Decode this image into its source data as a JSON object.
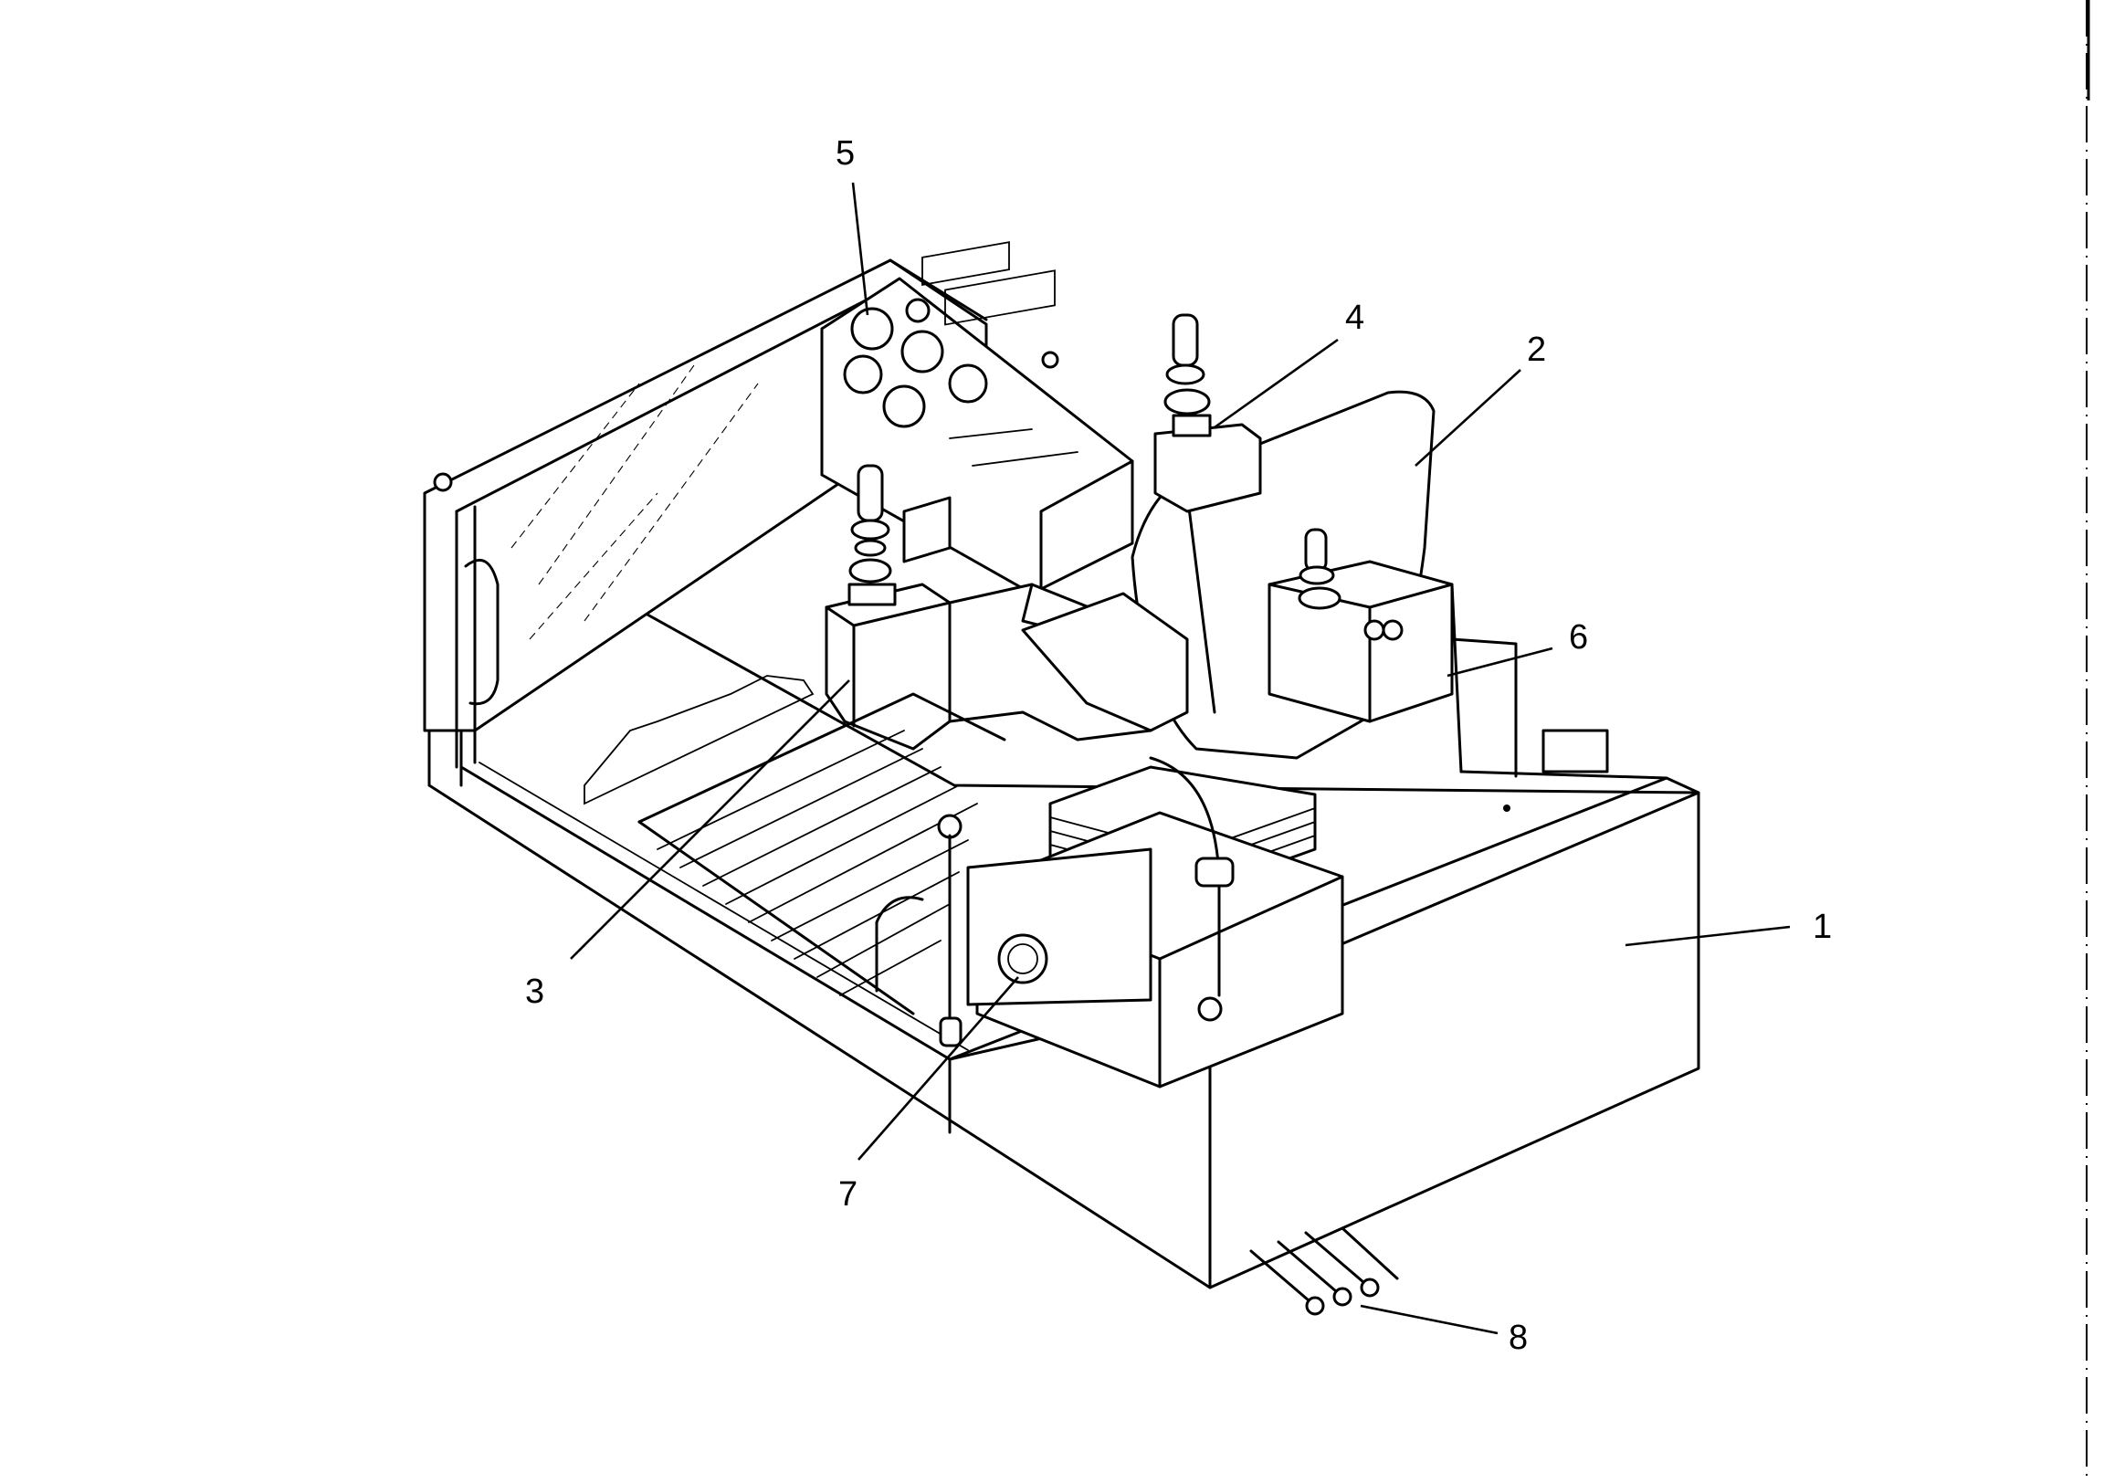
{
  "figure": {
    "callouts": [
      {
        "id": "1",
        "label": "1"
      },
      {
        "id": "2",
        "label": "2"
      },
      {
        "id": "3",
        "label": "3"
      },
      {
        "id": "4",
        "label": "4"
      },
      {
        "id": "5",
        "label": "5"
      },
      {
        "id": "6",
        "label": "6"
      },
      {
        "id": "7",
        "label": "7"
      },
      {
        "id": "8",
        "label": "8"
      }
    ]
  }
}
